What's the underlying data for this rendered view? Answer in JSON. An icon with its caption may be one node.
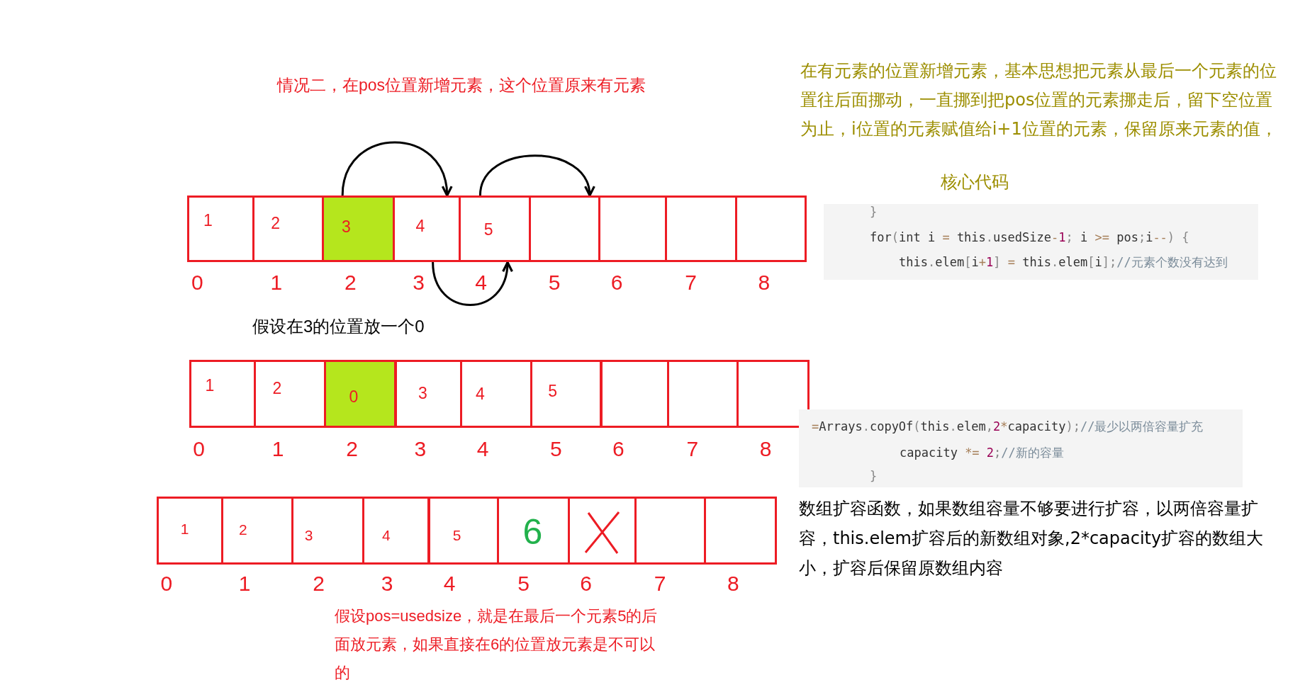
{
  "diagram": {
    "title": "情况二，在pos位置新增元素，这个位置原来有元素",
    "nodes": [
      {
        "text": [
          "1"
        ],
        "beside": [
          "0"
        ]
      },
      {
        "text": [
          "2"
        ],
        "beside": [
          "1"
        ]
      },
      {
        "text": [
          "3"
        ],
        "beside": [
          "2"
        ]
      },
      {
        "text": [
          "4"
        ],
        "beside": [
          "3"
        ]
      },
      {
        "text": [
          "5"
        ],
        "beside": [
          "4"
        ]
      },
      {
        "text": [],
        "shape": "box",
        "beside": [
          "5"
        ]
      },
      {
        "text": [],
        "shape": "box",
        "beside": [
          "6"
        ]
      },
      {
        "text": [],
        "shape": "box",
        "beside": [
          "7"
        ]
      },
      {
        "text": [],
        "shape": "box",
        "beside": [
          "8"
        ]
      },
      {
        "text": [
          "1"
        ],
        "beside": [
          "0"
        ]
      },
      {
        "text": [
          "2"
        ],
        "beside": [
          "1"
        ]
      },
      {
        "text": [
          "0"
        ],
        "beside": [
          "2"
        ]
      },
      {
        "text": [
          "3"
        ],
        "beside": [
          "3"
        ]
      },
      {
        "text": [
          "4"
        ],
        "beside": [
          "4"
        ]
      },
      {
        "text": [
          "5"
        ],
        "beside": [
          "5"
        ]
      },
      {
        "text": [],
        "shape": "box",
        "beside": [
          "6"
        ]
      },
      {
        "text": [],
        "shape": "box",
        "beside": [
          "7"
        ]
      },
      {
        "text": [],
        "shape": "box",
        "beside": [
          "8"
        ]
      },
      {
        "text": [
          "1"
        ],
        "beside": [
          "0"
        ]
      },
      {
        "text": [
          "2"
        ],
        "beside": [
          "1"
        ]
      },
      {
        "text": [
          "3"
        ],
        "beside": [
          "2"
        ]
      },
      {
        "text": [
          "4"
        ],
        "beside": [
          "3"
        ]
      },
      {
        "text": [
          "5"
        ],
        "beside": [
          "4"
        ]
      },
      {
        "text": [
          "6"
        ],
        "beside": [
          "5"
        ]
      },
      {
        "text": [],
        "shape": "box",
        "beside": [
          "6"
        ]
      },
      {
        "text": [],
        "shape": "box",
        "beside": [
          "7"
        ]
      },
      {
        "text": [],
        "shape": "box",
        "beside": [
          "8"
        ]
      }
    ],
    "edges": [
      {
        "from": 2,
        "to": 3,
        "arrow": "to"
      },
      {
        "from": 4,
        "to": 5,
        "arrow": "to"
      },
      {
        "from": 3,
        "to": 4,
        "arrow": "to"
      }
    ],
    "labels": [
      "在有元素的位置新增元素，基本思想把元素从最后一个元素的位置往后面挪动，一直挪到把pos位置的元素挪走后，留下空位置为止，i位置的元素赋值给i+1位置的元素，保留原来元素的值，",
      "核心代码",
      "}",
      "for(int i = this.usedSize-1; i >= pos;i--) {",
      "this.elem[i+1] = this.elem[i];//元素个数没有达到",
      "假设在3的位置放一个0",
      "=Arrays.copyOf(this.elem,2*capacity);//最少以两倍容量扩充",
      "capacity *= 2;//新的容量",
      "}",
      "数组扩容函数，如果数组容量不够要进行扩容，以两倍容量扩容，this.elem扩容后的新数组对象,2*capacity扩容的数组大小，扩容后保留原数组内容",
      "假设pos=usedsize，就是在最后一个元素5的后面放元素，如果直接在6的位置放元素是不可以的"
    ]
  }
}
